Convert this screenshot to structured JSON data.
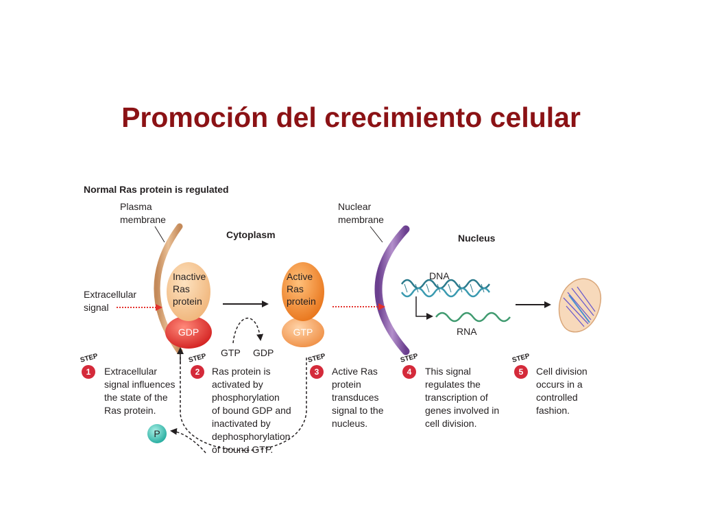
{
  "title": "Promoción del crecimiento celular",
  "diagram": {
    "heading": "Normal Ras protein is regulated",
    "plasma_membrane": [
      "Plasma",
      "membrane"
    ],
    "cytoplasm": "Cytoplasm",
    "nuclear_membrane": [
      "Nuclear",
      "membrane"
    ],
    "nucleus": "Nucleus",
    "extracellular_signal": [
      "Extracellular",
      "signal"
    ],
    "inactive_ras": [
      "Inactive",
      "Ras",
      "protein"
    ],
    "gdp": "GDP",
    "active_ras": [
      "Active",
      "Ras",
      "protein"
    ],
    "gtp": "GTP",
    "gtp_small": "GTP",
    "gdp_small": "GDP",
    "dna": "DNA",
    "rna": "RNA",
    "phosphate": "P",
    "step_word": "STEP",
    "steps": [
      {
        "number": "1",
        "lines": [
          "Extracellular",
          "signal influences",
          "the state of the",
          "Ras protein."
        ]
      },
      {
        "number": "2",
        "lines": [
          "Ras protein is",
          "activated by",
          "phosphorylation",
          "of bound GDP and",
          "inactivated by",
          "dephosphorylation",
          "of bound GTP."
        ]
      },
      {
        "number": "3",
        "lines": [
          "Active Ras",
          "protein",
          "transduces",
          "signal to the",
          "nucleus."
        ]
      },
      {
        "number": "4",
        "lines": [
          "This signal",
          "regulates the",
          "transcription of",
          "genes involved in",
          "cell division."
        ]
      },
      {
        "number": "5",
        "lines": [
          "Cell division",
          "occurs in a",
          "controlled",
          "fashion."
        ]
      }
    ],
    "colors": {
      "title": "#8b1215",
      "plasma_membrane": "#d9a679",
      "nuclear_membrane": "#8e5fa8",
      "inactive_ras": "#f6cb9a",
      "gdp": "#e3302b",
      "active_ras": "#f28a2c",
      "gtp": "#f5a35a",
      "dna": "#2b8a9c",
      "rna": "#3f9a6f",
      "phosphate": "#3cc6b8",
      "step_badge": "#d42a3a",
      "signal_arrow": "#e3302b",
      "cell": "#f7d9bb",
      "spindle": "#6a5acd"
    }
  }
}
